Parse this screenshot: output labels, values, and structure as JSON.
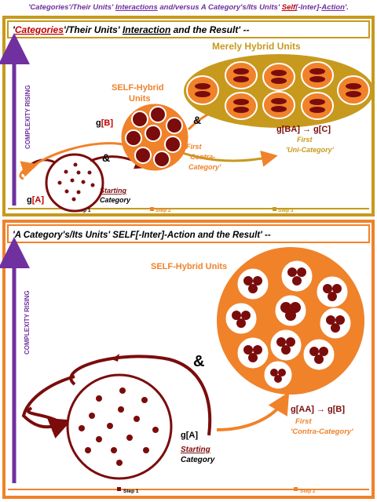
{
  "caption": {
    "p1": "'Categories'/Their Units' ",
    "p2": "Interactions",
    "p3": " and/versus A Category's/Its Units' ",
    "p4": "Self",
    "p5": "[-Inter]-",
    "p6": "Action",
    "p7": "'."
  },
  "panel1": {
    "title_a": "'",
    "title_b": "Categories",
    "title_c": "'/Their Units' ",
    "title_d": "Interaction",
    "title_e": " and the Result' --",
    "y_axis": "COMPLEXITY RISING",
    "merely_hybrid": "Merely Hybrid Units",
    "self_hybrid_1": "SELF-Hybrid",
    "self_hybrid_2": "Units",
    "amp1": "&",
    "amp2": "&",
    "gB_g": "g",
    "gB_b": "[B]",
    "gA_g": "g",
    "gA_b": "[A]",
    "starting_1": "Starting",
    "starting_2": "Category",
    "first_1": "First",
    "contra_1": "'Contra-",
    "contra_2": "Category'",
    "formula": "g[BA] → g[C]",
    "uni_first": "First",
    "uni_cat": "'Uni-Category'",
    "step1": "Step 1",
    "step2": "Step 2",
    "step3": "Step 3"
  },
  "panel2": {
    "title": "'A Category's/Its Units' SELF[-Inter]-Action and the Result' --",
    "y_axis": "COMPLEXITY RISING",
    "self_hybrid": "SELF-Hybrid Units",
    "amp": "&",
    "formula": "g[AA] → g[B]",
    "first": "First",
    "contra": "'Contra-Category'",
    "gA": "g[A]",
    "starting_1": "Starting",
    "starting_2": "Category",
    "step1": "Step 1",
    "step2": "Step 2"
  },
  "colors": {
    "maroon": "#7b0c0c",
    "orange": "#f0822a",
    "gold": "#c79a1e",
    "purple": "#7030a0",
    "red": "#c00000"
  }
}
